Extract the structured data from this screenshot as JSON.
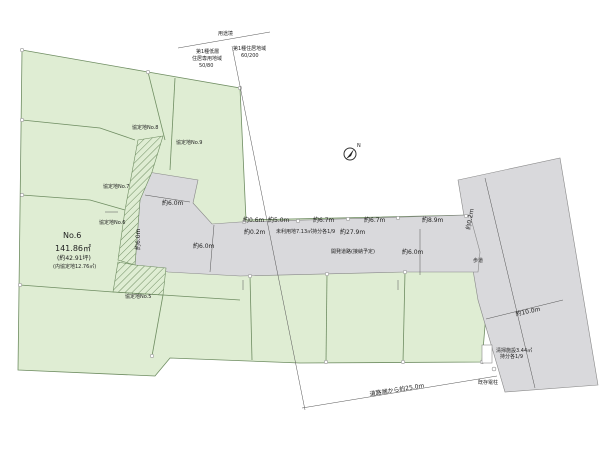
{
  "zoning": {
    "boundary_label": "用途境",
    "west_zone": [
      "第1種低層",
      "住居専用地域",
      "50/80"
    ],
    "east_zone": [
      "第1種住居地域",
      "60/200"
    ]
  },
  "lot": {
    "number": "No.6",
    "area": "141.86㎡",
    "tsubo": "(約42.91坪)",
    "note": "(内協定地12.76㎡)"
  },
  "agreement_labels": [
    "協定地No.8",
    "協定地No.9",
    "協定地No.7",
    "協定地No.6",
    "協定地No.5"
  ],
  "dimensions": {
    "d1": "約6.0m",
    "d2": "約6.0m",
    "d3": "約6.0m",
    "d4": "約6.0m",
    "d5": "約0.6m",
    "d6": "約0.2m",
    "d7": "約5.0m",
    "d8": "約6.7m",
    "d9": "約6.7m",
    "d10": "約8.9m",
    "d11": "約27.9m",
    "d12": "約6.0m",
    "d13": "約0.2m",
    "d14": "約10.0m",
    "d15": "道路端から約25.0m"
  },
  "road": {
    "unused_land": "未利用地7.13㎡持分各1/9",
    "dev_road": "開発道路(接納予定)",
    "sidewalk": "歩道",
    "garbage": [
      "清掃施設3.44㎡",
      "持分各1/9"
    ],
    "pole": "既存電柱"
  },
  "compass": {
    "label": "N"
  },
  "colors": {
    "lot": "#dfedd3",
    "road": "#d9d9dc",
    "hatch": "#6f8d62"
  }
}
